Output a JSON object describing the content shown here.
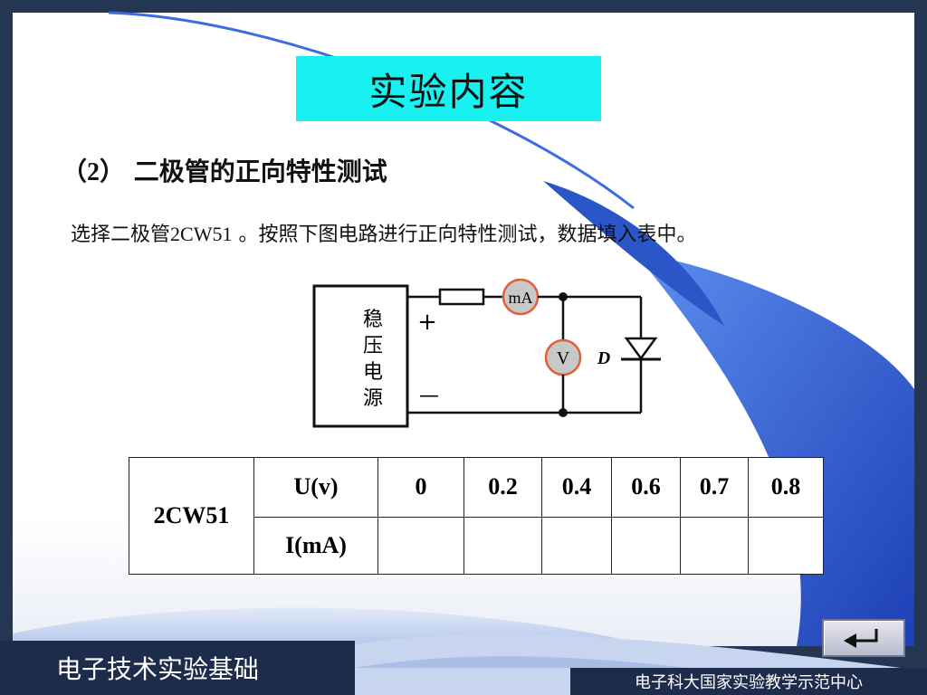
{
  "slide": {
    "title": "实验内容",
    "heading_number": "（2）",
    "heading_text": "二极管的正向特性测试",
    "instruction_prefix": "选择二极管",
    "instruction_model": "2CW51",
    "instruction_suffix": " 。按照下图电路进行正向特性测试，数据填入表中。"
  },
  "circuit": {
    "source_label": [
      "稳",
      "压",
      "电",
      "源"
    ],
    "plus_label": "+",
    "minus_label": "—",
    "ammeter_label": "mA",
    "voltmeter_label": "V",
    "diode_label": "D",
    "meter_fill": "#c8c8c8",
    "meter_stroke": "#e0603a"
  },
  "table": {
    "model": "2CW51",
    "row1_header": "U(v)",
    "row2_header": "I(mA)",
    "voltages": [
      "0",
      "0.2",
      "0.4",
      "0.6",
      "0.7",
      "0.8"
    ],
    "currents": [
      "",
      "",
      "",
      "",
      "",
      ""
    ]
  },
  "footer": {
    "course": "电子技术实验基础",
    "center": "电子科大国家实验教学示范中心"
  },
  "nav": {
    "return_icon": "return-arrow-icon"
  },
  "colors": {
    "title_bg": "#19f0f0",
    "accent_blue": "#2a5fd8",
    "frame": "#243652"
  }
}
